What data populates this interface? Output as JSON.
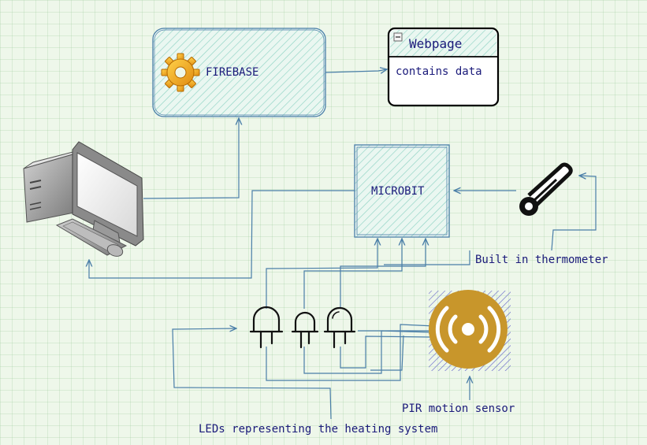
{
  "nodes": {
    "firebase": {
      "label": "FIREBASE"
    },
    "webpage": {
      "title": "Webpage",
      "body": "contains data"
    },
    "microbit": {
      "label": "MICROBIT"
    },
    "computer": {
      "label": ""
    },
    "thermometer": {
      "label": "Built in thermometer"
    },
    "pir_sensor": {
      "label": "PIR motion sensor"
    },
    "leds": {
      "label": "LEDs representing the heating system"
    }
  },
  "edges": [
    {
      "from": "firebase",
      "to": "webpage"
    },
    {
      "from": "computer",
      "to": "firebase"
    },
    {
      "from": "microbit",
      "to": "computer"
    },
    {
      "from": "thermometer",
      "to": "microbit"
    },
    {
      "from": "leds",
      "to": "microbit"
    },
    {
      "from": "pir_sensor",
      "to": "microbit"
    }
  ],
  "colors": {
    "edge": "#4a7ea8",
    "text": "#1a1a7a",
    "hatch": "#8fd3c4",
    "sensor": "#c8962b"
  }
}
